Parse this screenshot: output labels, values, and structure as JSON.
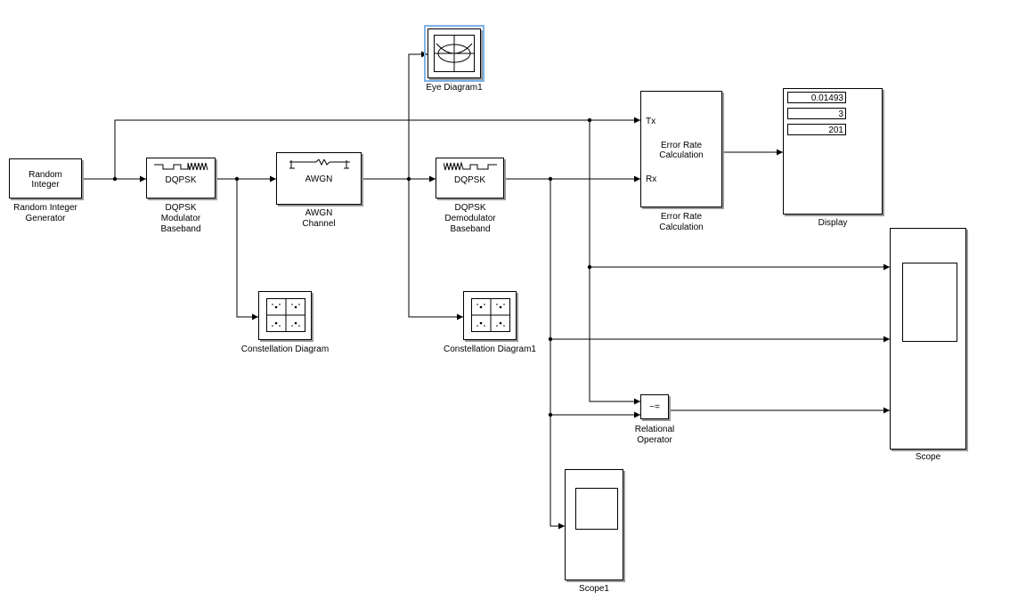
{
  "blocks": {
    "random_integer": {
      "text": "Random\nInteger",
      "label": "Random Integer\nGenerator"
    },
    "dqpsk_mod": {
      "text": "DQPSK",
      "label": "DQPSK\nModulator\nBaseband"
    },
    "awgn": {
      "text": "AWGN",
      "label": "AWGN\nChannel"
    },
    "dqpsk_demod": {
      "text": "DQPSK",
      "label": "DQPSK\nDemodulator\nBaseband"
    },
    "error_rate": {
      "text": "Error Rate\nCalculation",
      "label": "Error Rate\nCalculation",
      "port_tx": "Tx",
      "port_rx": "Rx"
    },
    "display": {
      "label": "Display",
      "values": [
        "0.01493",
        "3",
        "201"
      ]
    },
    "eye_diagram": {
      "label": "Eye Diagram1"
    },
    "constellation1": {
      "label": "Constellation Diagram"
    },
    "constellation2": {
      "label": "Constellation Diagram1"
    },
    "relational": {
      "text": "~=",
      "label": "Relational\nOperator"
    },
    "scope": {
      "label": "Scope"
    },
    "scope1": {
      "label": "Scope1"
    }
  },
  "colors": {
    "selection": "#7fb3e6",
    "shadow": "#9a9a9a"
  }
}
